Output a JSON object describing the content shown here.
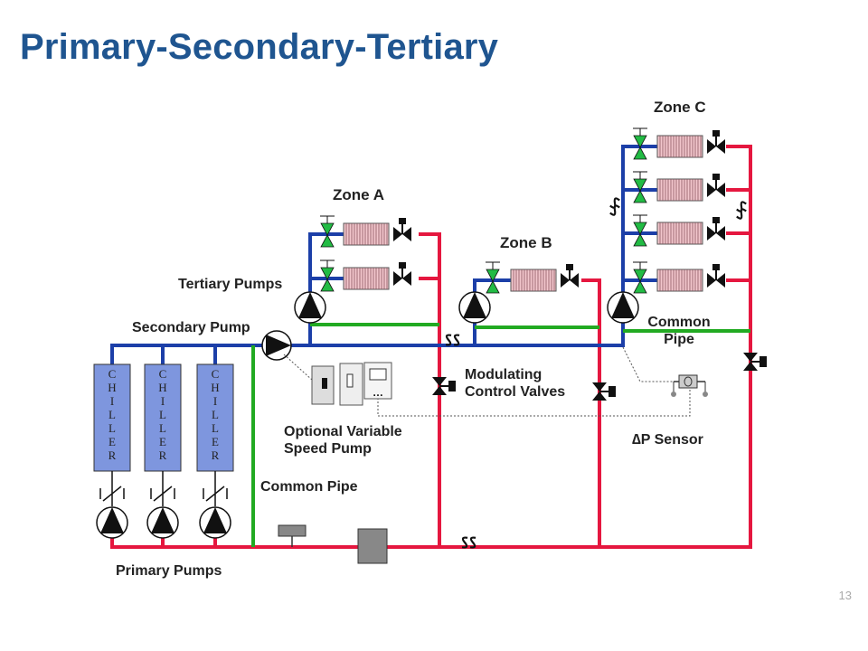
{
  "title": "Primary-Secondary-Tertiary",
  "page_number": "13",
  "labels": {
    "zone_a": "Zone A",
    "zone_b": "Zone B",
    "zone_c": "Zone C",
    "tertiary_pumps": "Tertiary Pumps",
    "secondary_pump": "Secondary Pump",
    "common_pipe_upper_1": "Common",
    "common_pipe_upper_2": "Pipe",
    "modulating_1": "Modulating",
    "modulating_2": "Control Valves",
    "vsd_1": "Optional Variable",
    "vsd_2": "Speed Pump",
    "dp_sensor": "∆P Sensor",
    "common_pipe_lower": "Common Pipe",
    "primary_pumps": "Primary Pumps"
  },
  "chillers": [
    {
      "letters": [
        "C",
        "H",
        "I",
        "L",
        "L",
        "E",
        "R"
      ]
    },
    {
      "letters": [
        "C",
        "H",
        "I",
        "L",
        "L",
        "E",
        "R"
      ]
    },
    {
      "letters": [
        "C",
        "H",
        "I",
        "L",
        "L",
        "E",
        "R"
      ]
    }
  ],
  "colors": {
    "supply": "#1C3FA8",
    "return": "#E5173F",
    "common": "#22AA22",
    "title": "#1F5590",
    "chiller": "#7E96DE",
    "coil": "#F2C6CC"
  }
}
